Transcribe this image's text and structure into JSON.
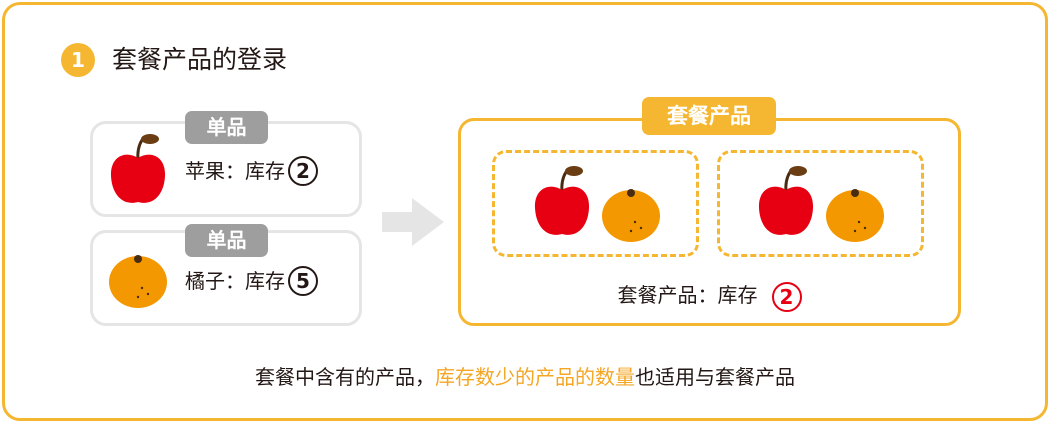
{
  "step": {
    "number": "1",
    "title": "套餐产品的登录"
  },
  "single_items": [
    {
      "label": "单品",
      "name": "苹果",
      "stock_label": "：库存",
      "stock": "2",
      "icon": "apple-icon"
    },
    {
      "label": "单品",
      "name": "橘子",
      "stock_label": "：库存",
      "stock": "5",
      "icon": "orange-icon"
    }
  ],
  "bundle": {
    "label": "套餐产品",
    "stock_text": "套餐产品：库存",
    "stock": "2"
  },
  "note": {
    "prefix": "套餐中含有的产品，",
    "highlight": "库存数少的产品的数量",
    "suffix": "也适用与套餐产品"
  },
  "colors": {
    "accent": "#f5b731",
    "gray": "#9e9e9e",
    "red": "#e60012",
    "orange": "#f39800"
  }
}
